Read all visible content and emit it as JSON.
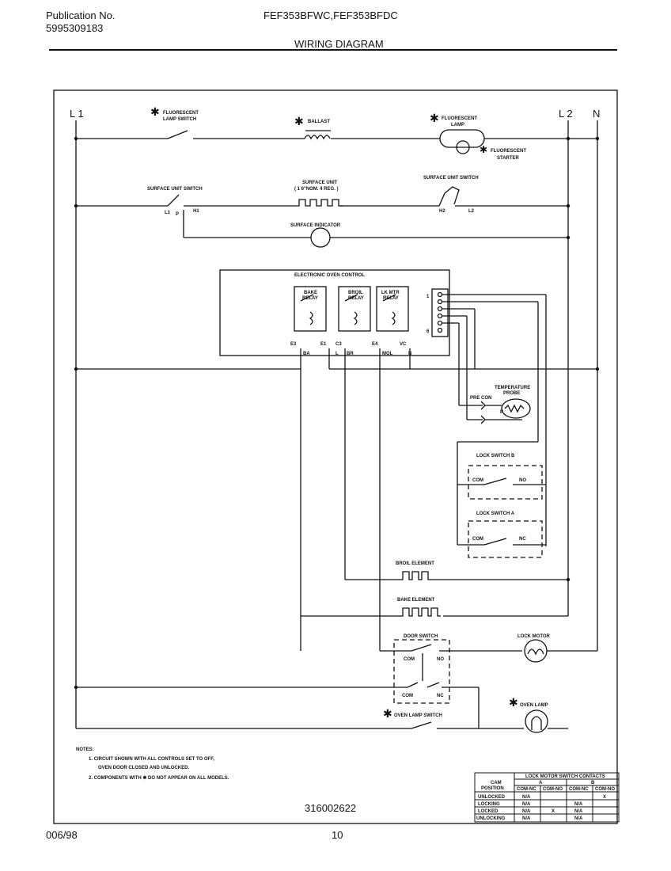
{
  "header": {
    "publication_label": "Publication No.",
    "publication_number": "5995309183",
    "model_numbers": "FEF353BFWC,FEF353BFDC",
    "title": "WIRING DIAGRAM"
  },
  "footer": {
    "date": "006/98",
    "page": "10"
  },
  "diagram": {
    "drawing_number": "316002622",
    "terminals": {
      "l1": "L 1",
      "l2": "L 2",
      "n": "N"
    },
    "star": "✱",
    "labels": {
      "fluor_switch": [
        "FLUORESCENT",
        "LAMP SWITCH"
      ],
      "ballast": "BALLAST",
      "fluor_lamp": [
        "FLUORESCENT",
        "LAMP"
      ],
      "fluor_starter": [
        "FLUORESCENT",
        "STARTER"
      ],
      "surface_switch_left": "SURFACE UNIT SWITCH",
      "surface_unit": [
        "SURFACE UNIT",
        "( 1 6\"NOM. 4 REG. )"
      ],
      "surface_switch_right": "SURFACE UNIT SWITCH",
      "surface_indicator": "SURFACE INDICATOR",
      "electronic_control": "ELECTRONIC OVEN CONTROL",
      "bake_relay": [
        "BAKE",
        "RELAY"
      ],
      "broil_relay": [
        "BROIL",
        "RELAY"
      ],
      "lock_relay": [
        "LK MTR",
        "RELAY"
      ],
      "temp_probe": [
        "TEMPERATURE",
        "PROBE"
      ],
      "pre_con": "PRE CON",
      "lock_switch_b": "LOCK SWITCH B",
      "lock_switch_a": "LOCK SWITCH A",
      "broil_element": "BROIL ELEMENT",
      "bake_element": "BAKE ELEMENT",
      "door_switch": "DOOR SWITCH",
      "lock_motor": "LOCK MOTOR",
      "oven_lamp": "OVEN LAMP",
      "oven_lamp_switch": "OVEN LAMP SWITCH",
      "com": "COM",
      "no": "NO",
      "nc": "NC",
      "sw_l1": "L1",
      "sw_p": "P",
      "sw_h1": "H1",
      "sw_h2": "H2",
      "sw_l2": "L2",
      "e3": "E3",
      "e1": "E1",
      "c3": "C3",
      "e4": "E4",
      "vc": "VC",
      "ba": "BA",
      "br": "BR",
      "l": "L",
      "mol": "MOL",
      "n_small": "N",
      "p": "P",
      "pin1": "1",
      "pin6": "6"
    },
    "notes": {
      "heading": "NOTES:",
      "line1": "1.  CIRCUIT SHOWN WITH ALL CONTROLS SET TO OFF,",
      "line2": "OVEN DOOR CLOSED AND UNLOCKED.",
      "line3": "2.  COMPONENTS WITH ✱ DO NOT APPEAR ON ALL MODELS."
    },
    "table": {
      "title": "LOCK MOTOR SWITCH CONTACTS",
      "cam_header": [
        "CAM",
        "POSITION"
      ],
      "groups": [
        "A",
        "B"
      ],
      "subheaders": [
        "COM-NC",
        "COM-NO",
        "COM-NC",
        "COM-NO"
      ],
      "rows": [
        [
          "UNLOCKED",
          "N/A",
          "",
          "",
          "X"
        ],
        [
          "LOCKING",
          "N/A",
          "",
          "N/A",
          ""
        ],
        [
          "LOCKED",
          "N/A",
          "X",
          "N/A",
          ""
        ],
        [
          "UNLOCKING",
          "N/A",
          "",
          "N/A",
          ""
        ]
      ]
    }
  }
}
